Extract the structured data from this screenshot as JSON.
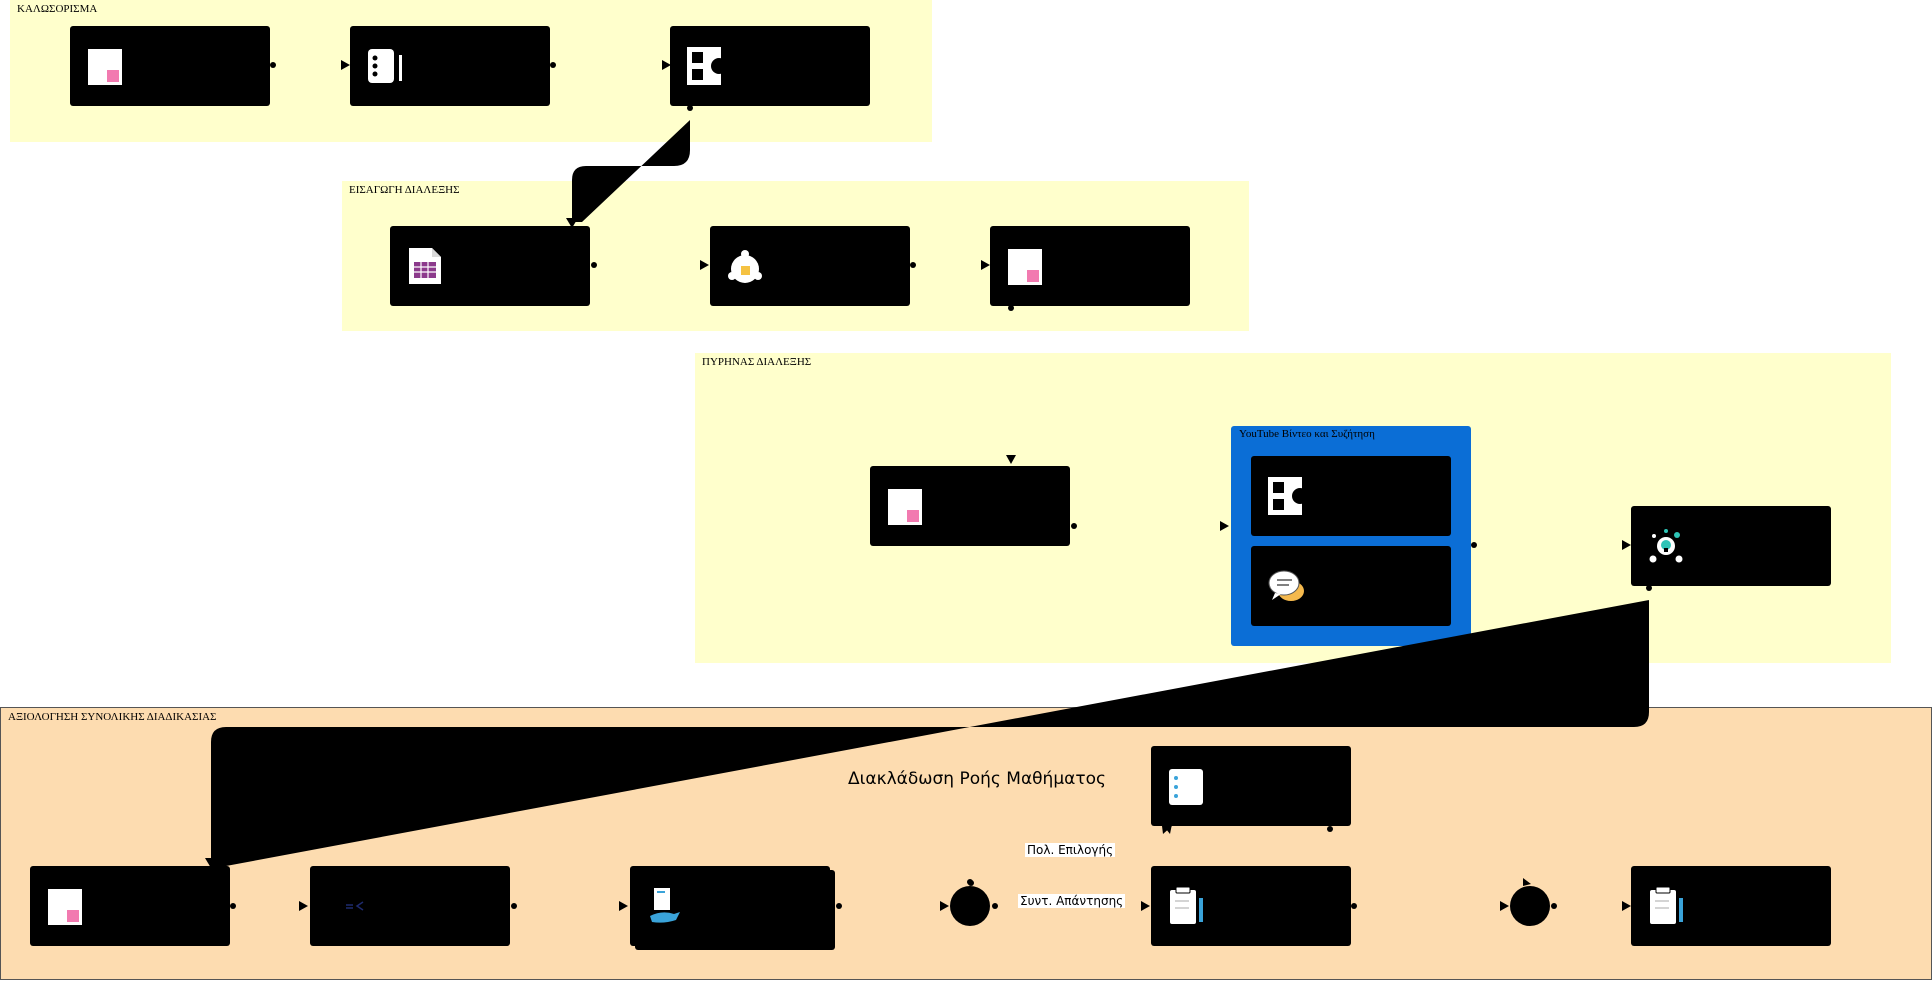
{
  "lanes": {
    "welcome": "ΚΑΛΩΣΟΡΙΣΜΑ",
    "intro": "ΕΙΣΑΓΩΓΗ ΔΙΑΛΕΞΗΣ",
    "core": "ΠΥΡΗΝΑΣ ΔΙΑΛΕΞΗΣ",
    "evaluation": "ΑΞΙΟΛΟΓΗΣΗ ΣΥΝΟΛΙΚΗΣ ΔΙΑΔΙΚΑΣΙΑΣ"
  },
  "group": {
    "title": "YouTube Βίντεο και Συζήτηση"
  },
  "branch_title": "Διακλάδωση Ροής Μαθήματος",
  "edge_labels": {
    "multiple_choice": "Πολ. Επιλογής",
    "short_answer": "Συντ. Απάντησης"
  },
  "colors": {
    "lane_yellow": "#ffffcc",
    "lane_orange": "#fddcb0",
    "group_blue": "#0b6ed6",
    "node": "#000000",
    "accent_pink": "#f27ab0"
  },
  "icons": [
    "page-icon",
    "presentation-icon",
    "shapes-icon",
    "spreadsheet-icon",
    "brainstorm-icon",
    "page-icon",
    "page-icon",
    "shapes-icon",
    "chat-icon",
    "idea-network-icon",
    "list-icon",
    "page-icon",
    "comparison-icon",
    "hand-document-icon",
    "checklist-icon",
    "checklist-icon"
  ]
}
